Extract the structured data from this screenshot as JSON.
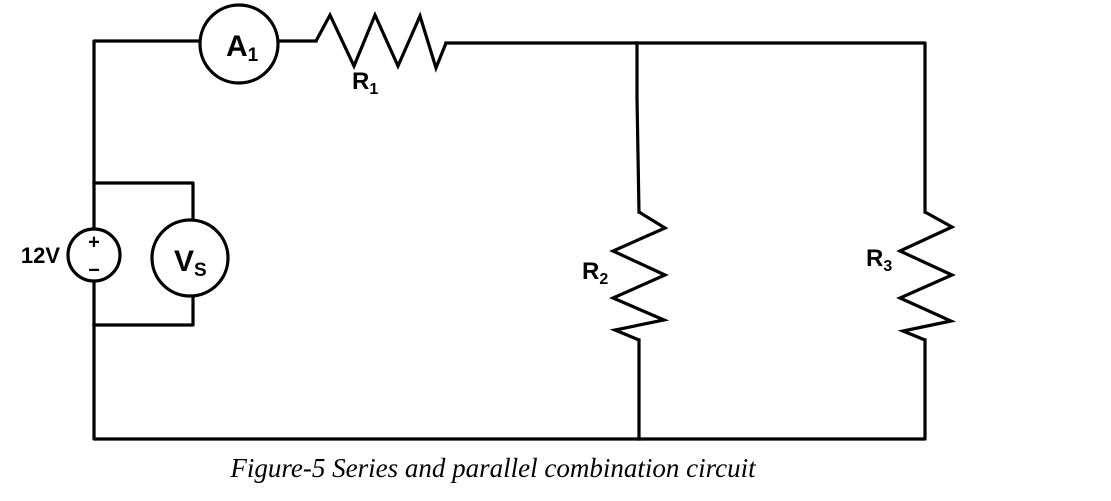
{
  "diagram": {
    "caption": "Figure-5 Series and parallel combination circuit",
    "source": {
      "voltage_label": "12V",
      "plus_sign": "+",
      "minus_sign": "−"
    },
    "ammeter": {
      "letter": "A",
      "subscript": "1"
    },
    "voltmeter": {
      "letter": "V",
      "subscript": "S"
    },
    "resistors": [
      {
        "letter": "R",
        "subscript": "1"
      },
      {
        "letter": "R",
        "subscript": "2"
      },
      {
        "letter": "R",
        "subscript": "3"
      }
    ],
    "colors": {
      "stroke": "#000000",
      "background": "#ffffff"
    }
  }
}
